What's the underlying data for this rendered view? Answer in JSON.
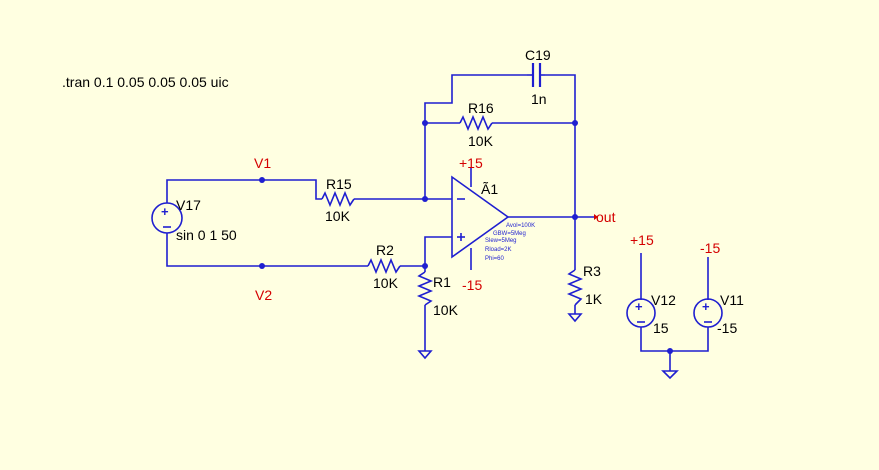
{
  "directive": ".tran 0.1 0.05 0.05 0.05 uic",
  "colors": {
    "background": "#FFFFE1",
    "wire": "#1F1FD0",
    "net_label": "#D40000",
    "text": "#000000"
  },
  "components": {
    "V17": {
      "name": "V17",
      "value": "sin 0 1 50"
    },
    "R15": {
      "name": "R15",
      "value": "10K"
    },
    "R2": {
      "name": "R2",
      "value": "10K"
    },
    "R1": {
      "name": "R1",
      "value": "10K"
    },
    "R16": {
      "name": "R16",
      "value": "10K"
    },
    "C19": {
      "name": "C19",
      "value": "1n"
    },
    "R3": {
      "name": "R3",
      "value": "1K"
    },
    "U1": {
      "name": "Ã1",
      "params": [
        "Avol=100K",
        "GBW=5Meg",
        "Slew=5Meg",
        "Rload=2K",
        "Phi=60"
      ]
    },
    "V12": {
      "name": "V12",
      "value": "15"
    },
    "V11": {
      "name": "V11",
      "value": "-15"
    }
  },
  "nets": {
    "V1": "V1",
    "V2": "V2",
    "out": "out",
    "opamp_pos": "+15",
    "opamp_neg": "-15",
    "v12_top": "+15",
    "v11_top": "-15"
  }
}
